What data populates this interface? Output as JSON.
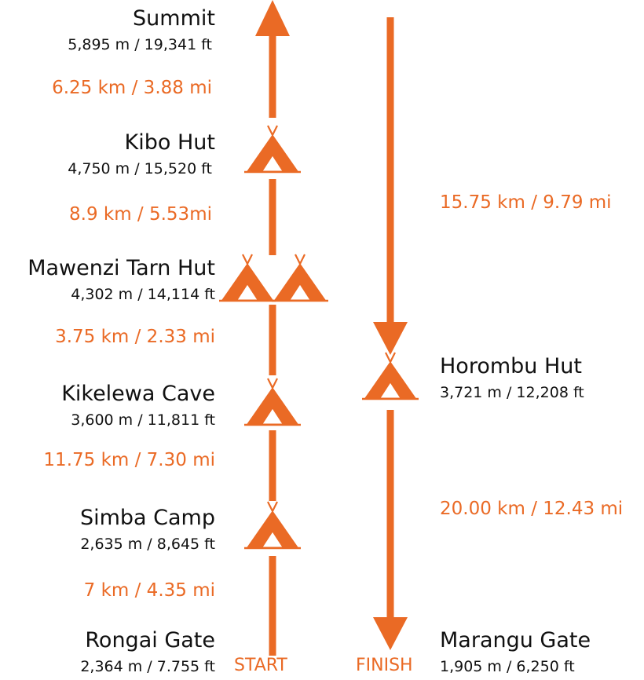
{
  "accent_color": "#ea6a25",
  "text_color": "#111111",
  "ascent": {
    "label": "START",
    "stops": [
      {
        "name": "Summit",
        "elevation": "5,895 m / 19,341 ft",
        "icon": "none"
      },
      {
        "name": "Kibo Hut",
        "elevation": "4,750 m / 15,520 ft",
        "icon": "tent-icon"
      },
      {
        "name": "Mawenzi Tarn Hut",
        "elevation": "4,302 m / 14,114 ft",
        "icon": "double-tent-icon"
      },
      {
        "name": "Kikelewa Cave",
        "elevation": "3,600 m / 11,811 ft",
        "icon": "tent-icon"
      },
      {
        "name": "Simba Camp",
        "elevation": "2,635 m / 8,645 ft",
        "icon": "tent-icon"
      },
      {
        "name": "Rongai Gate",
        "elevation": "2,364 m / 7.755 ft",
        "icon": "none"
      }
    ],
    "distances": [
      "6.25 km / 3.88 mi",
      "8.9 km / 5.53mi",
      "3.75 km / 2.33 mi",
      "11.75 km / 7.30 mi",
      "7 km / 4.35 mi"
    ]
  },
  "descent": {
    "label": "FINISH",
    "stops": [
      {
        "name": "Horombu Hut",
        "elevation": "3,721 m / 12,208 ft",
        "icon": "tent-icon"
      },
      {
        "name": "Marangu Gate",
        "elevation": "1,905 m / 6,250 ft",
        "icon": "none"
      }
    ],
    "distances": [
      "15.75 km / 9.79 mi",
      "20.00 km / 12.43 mi"
    ]
  }
}
